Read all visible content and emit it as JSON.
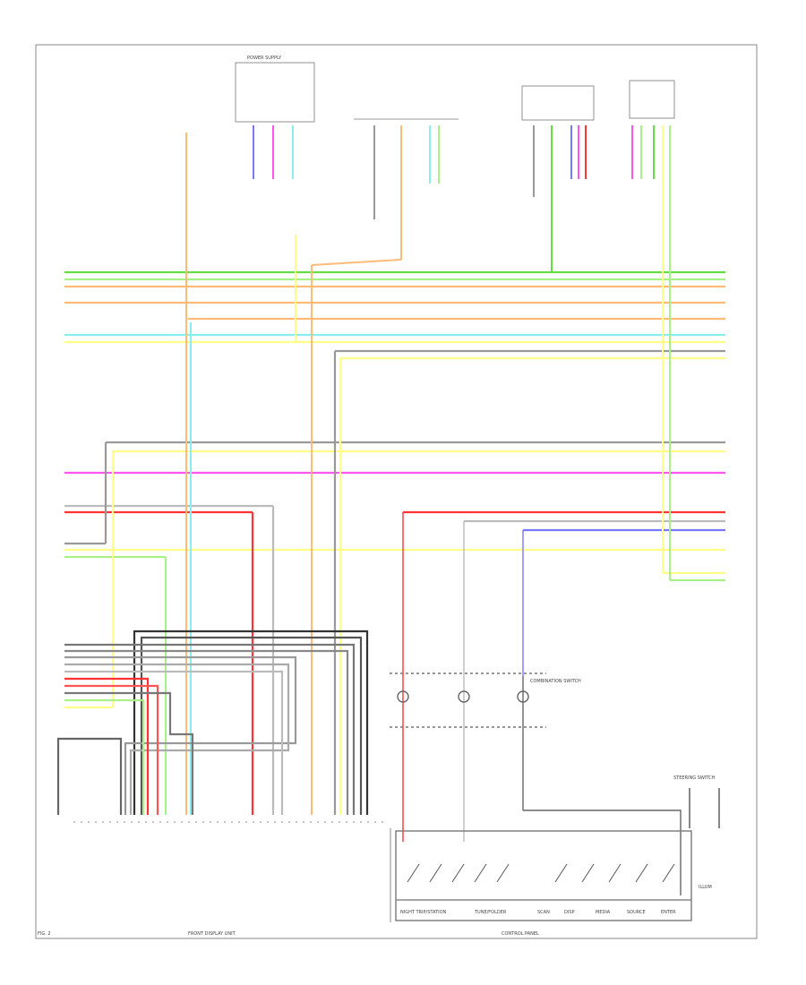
{
  "labels": {
    "power_supply": "POWER SUPPLY",
    "front_display_unit": "FRONT DISPLAY UNIT",
    "control_panel": "CONTROL PANEL",
    "combination_switch": "COMBINATION SWITCH",
    "steering_switch": "STEERING SWITCH",
    "illum": "ILLUM",
    "fig": "FIG. 2"
  },
  "switches": [
    "NIGHT TRIP/STATION",
    "TUNE/FOLDER",
    "SCAN",
    "DISP",
    "MEDIA",
    "SOURCE",
    "ENTER"
  ],
  "colors": {
    "green": "#66dd44",
    "ltgreen": "#aaf088",
    "orange": "#ffbb77",
    "cyan": "#88eeee",
    "yellow": "#ffff88",
    "gray": "#999999",
    "pink": "#ff55ee",
    "red": "#ff3333",
    "blue": "#7777ff",
    "black": "#333333",
    "frame": "#888888"
  }
}
